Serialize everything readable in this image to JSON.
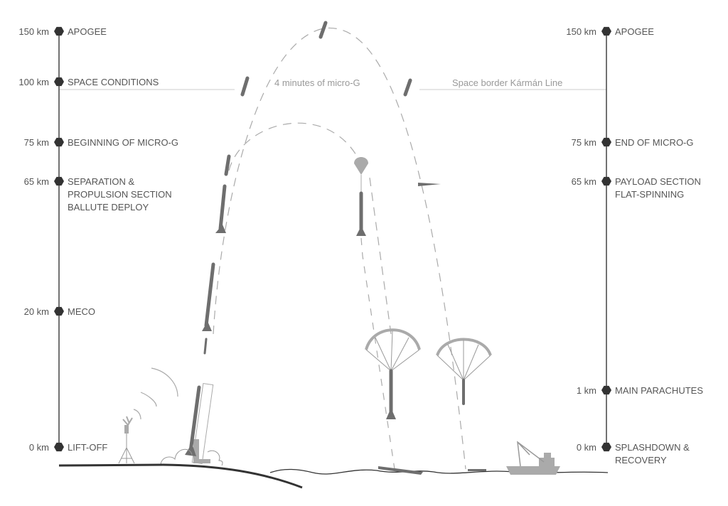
{
  "left_axis": [
    {
      "km": "150 km",
      "label": [
        "APOGEE"
      ]
    },
    {
      "km": "100 km",
      "label": [
        "SPACE CONDITIONS"
      ]
    },
    {
      "km": "75 km",
      "label": [
        "BEGINNING OF MICRO-G"
      ]
    },
    {
      "km": "65 km",
      "label": [
        "SEPARATION &",
        "PROPULSION SECTION",
        "BALLUTE DEPLOY"
      ]
    },
    {
      "km": "20 km",
      "label": [
        "MECO"
      ]
    },
    {
      "km": "0 km",
      "label": [
        "LIFT-OFF"
      ]
    }
  ],
  "right_axis": [
    {
      "km": "150 km",
      "label": [
        "APOGEE"
      ]
    },
    {
      "km": "75 km",
      "label": [
        "END OF MICRO-G"
      ]
    },
    {
      "km": "65 km",
      "label": [
        "PAYLOAD SECTION",
        "FLAT-SPINNING"
      ]
    },
    {
      "km": "1 km",
      "label": [
        "MAIN PARACHUTES"
      ]
    },
    {
      "km": "0 km",
      "label": [
        "SPLASHDOWN &",
        "RECOVERY"
      ]
    }
  ],
  "annotations": {
    "micro_g": "4 minutes of micro-G",
    "karman": "Space border Kármán Line"
  },
  "colors": {
    "marker": "#333333",
    "rocket": "#6e6e6e",
    "line": "#cccccc"
  }
}
